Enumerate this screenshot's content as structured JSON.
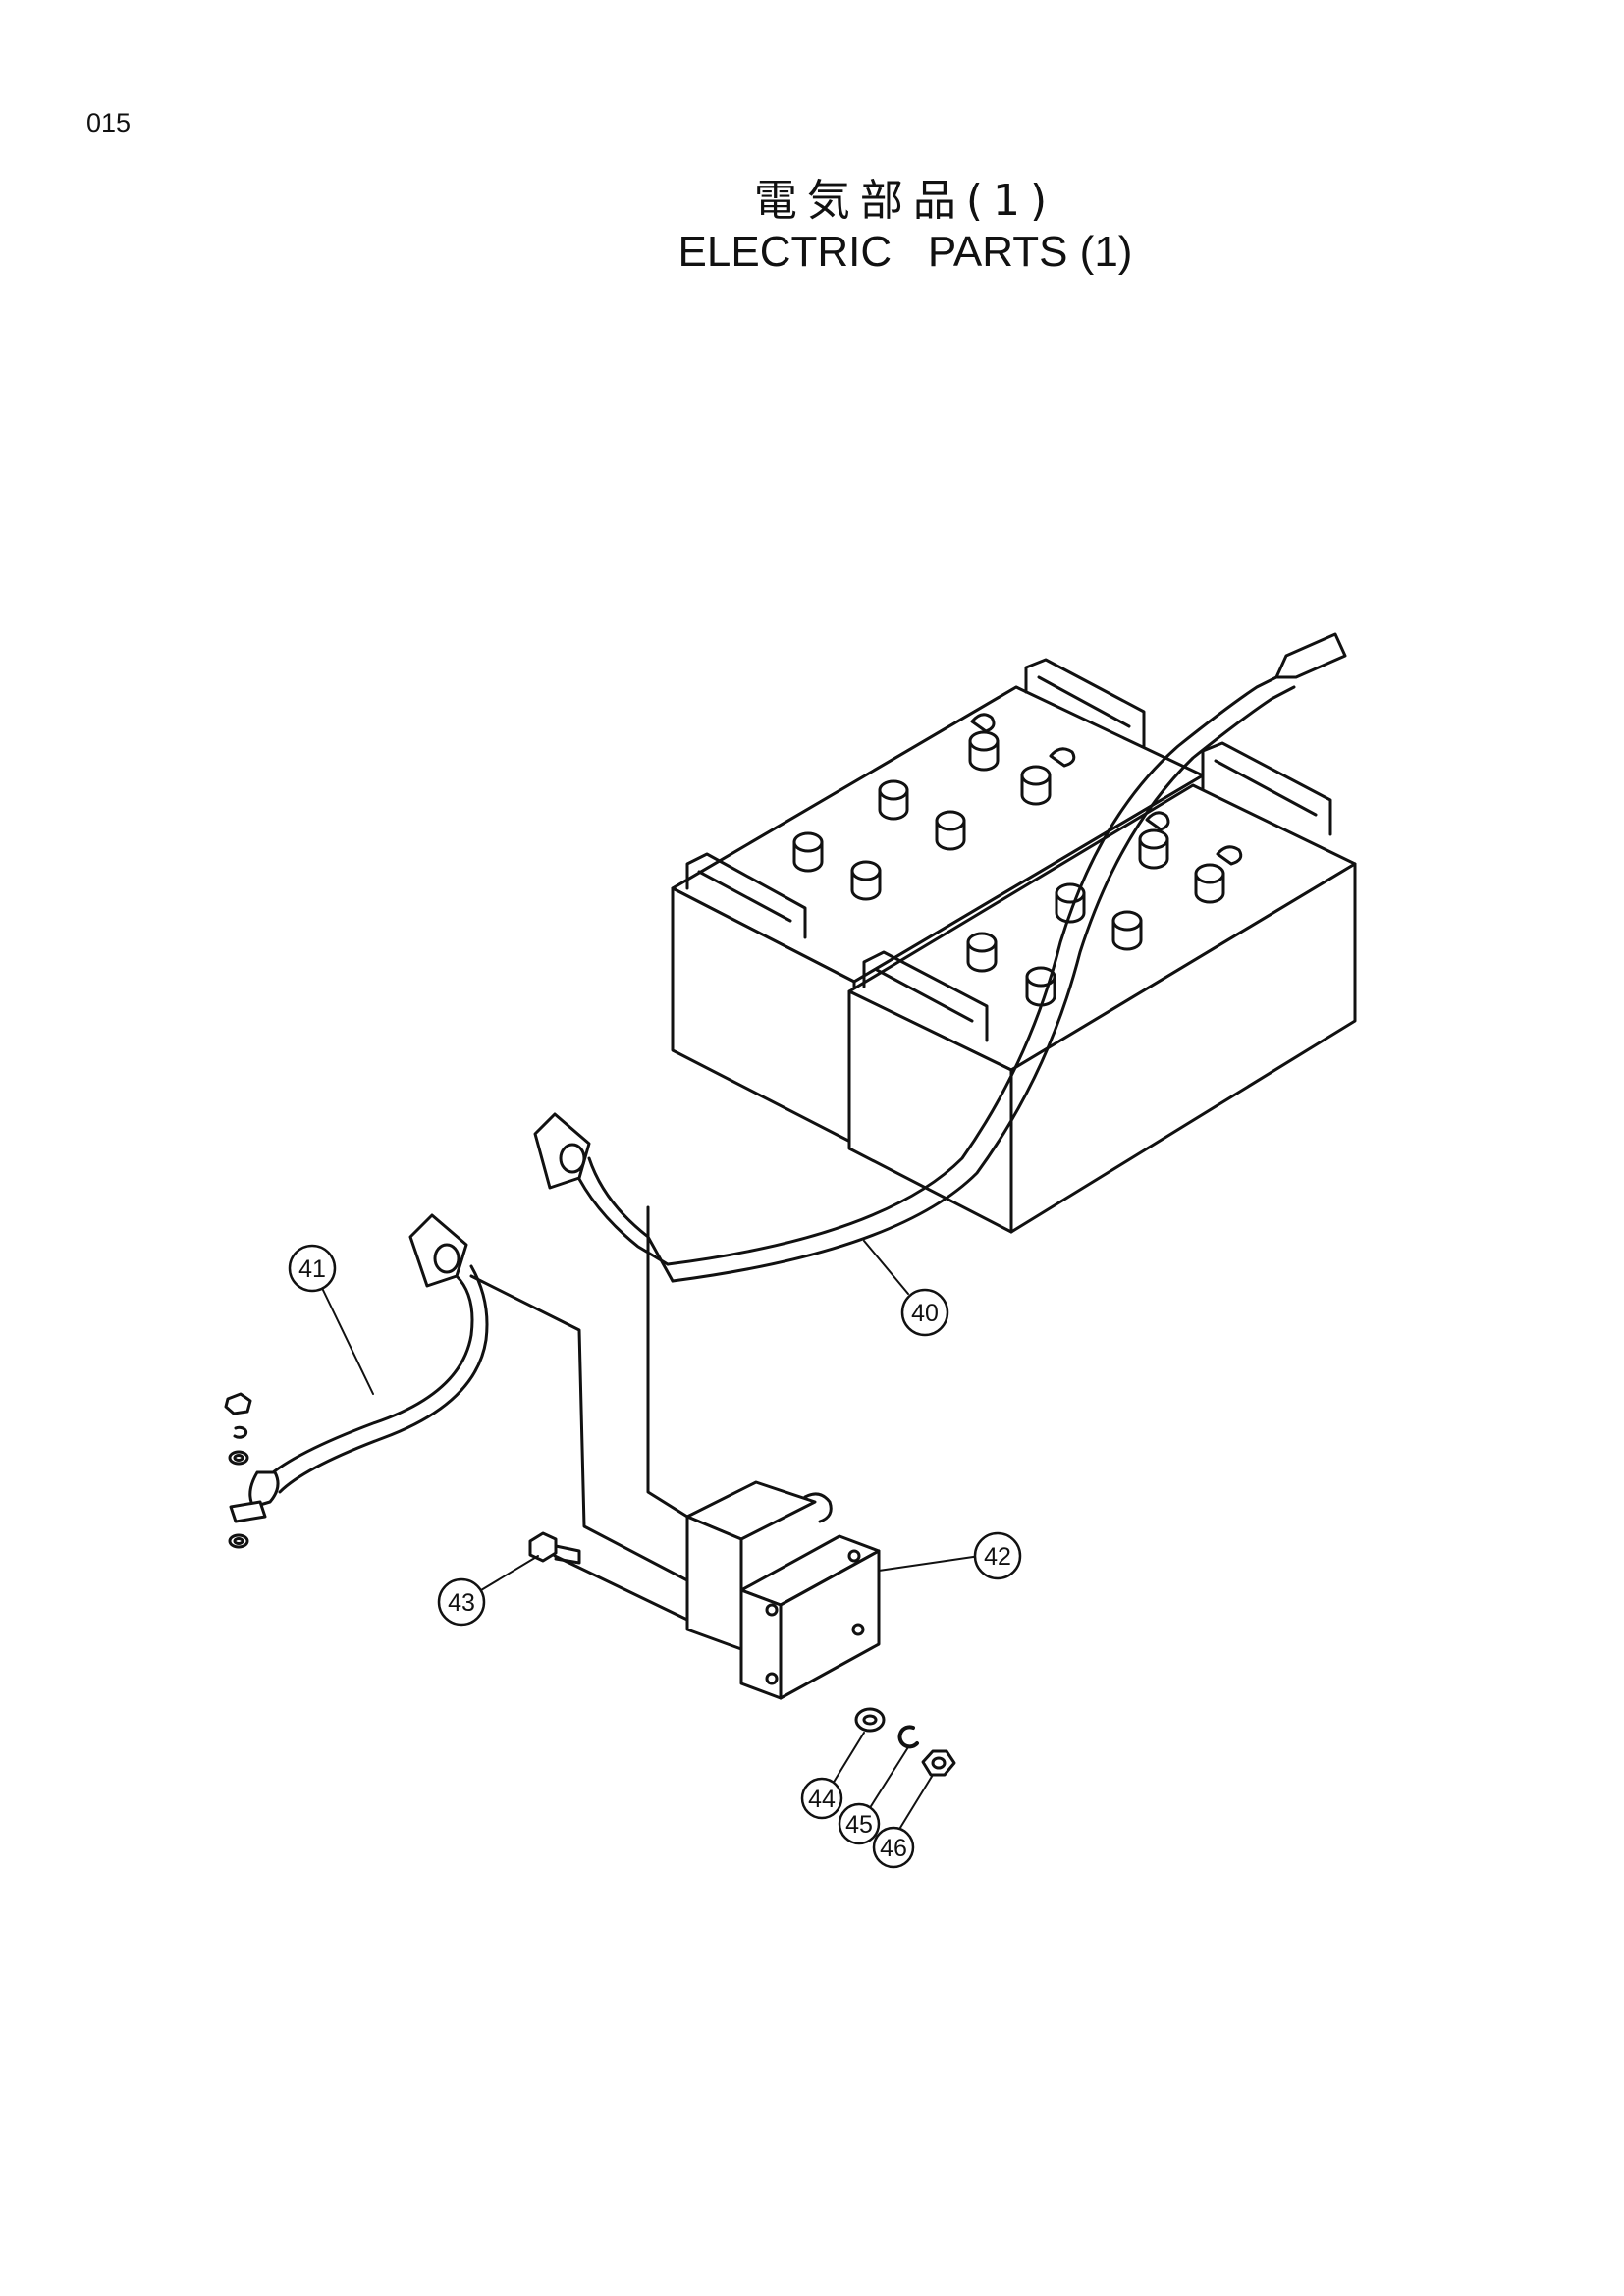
{
  "page": {
    "number": "015"
  },
  "title": {
    "japanese": "電気部品(1)",
    "english": "ELECTRIC   PARTS (1)"
  },
  "callouts": [
    {
      "id": "c40",
      "label": "40"
    },
    {
      "id": "c41",
      "label": "41"
    },
    {
      "id": "c42",
      "label": "42"
    },
    {
      "id": "c43",
      "label": "43"
    },
    {
      "id": "c44",
      "label": "44"
    },
    {
      "id": "c45",
      "label": "45"
    },
    {
      "id": "c46",
      "label": "46"
    }
  ]
}
